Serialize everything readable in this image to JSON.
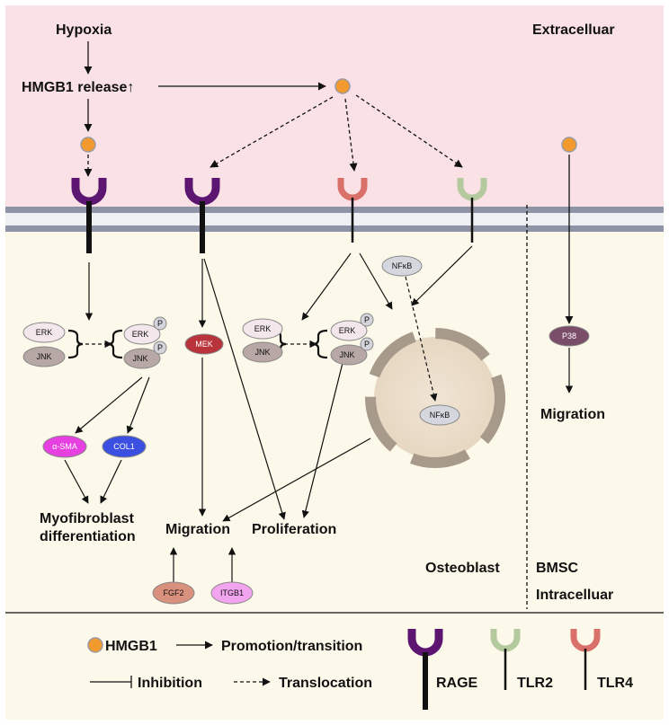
{
  "labels": {
    "hypoxia": "Hypoxia",
    "hmgb1_release": "HMGB1 release↑",
    "extracelluar": "Extracelluar",
    "intracelluar": "Intracelluar",
    "osteoblast": "Osteoblast",
    "bmsc": "BMSC",
    "myofibroblast_line1": "Myofibroblast",
    "myofibroblast_line2": "differentiation",
    "migration_center": "Migration",
    "proliferation": "Proliferation",
    "migration_right": "Migration"
  },
  "molecules": {
    "erk": "ERK",
    "jnk": "JNK",
    "phospho": "P",
    "mek": "MEK",
    "nfkb": "NFκB",
    "p38": "P38",
    "alpha_sma": "α-SMA",
    "col1": "COL1",
    "fgf2": "FGF2",
    "itgb1": "ITGB1"
  },
  "legend": {
    "hmgb1": "HMGB1",
    "promotion": "Promotion/transition",
    "inhibition": "Inhibition",
    "translocation": "Translocation",
    "rage": "RAGE",
    "tlr2": "TLR2",
    "tlr4": "TLR4"
  },
  "colors": {
    "extracellular_bg": "#f9e1e6",
    "intracellular_bg": "#fdf9ea",
    "legend_bg": "#fdf9ea",
    "membrane": "#8f93a6",
    "hmgb1": "#f29a2e",
    "rage": "#5c1672",
    "tlr2": "#b4c99d",
    "tlr4": "#d9716a",
    "alpha_sma": "#e640e0",
    "col1": "#3b4fe0",
    "mek": "#b8343a",
    "fgf2": "#d9907d",
    "itgb1": "#f2a5ee",
    "p38": "#7a4d69"
  }
}
